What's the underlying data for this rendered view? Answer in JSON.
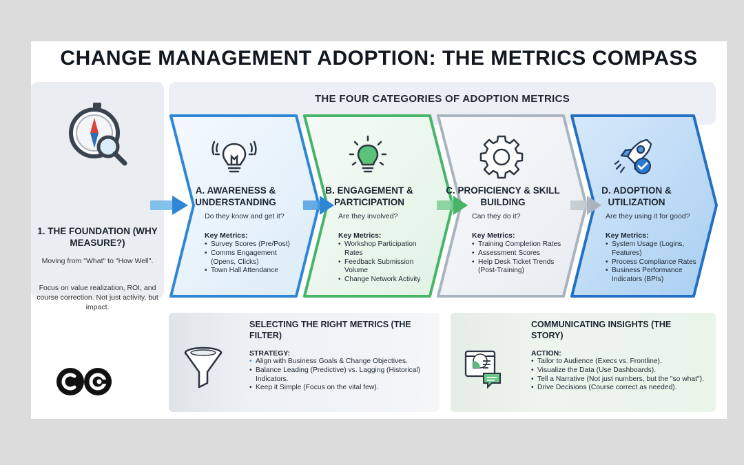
{
  "title": "CHANGE MANAGEMENT ADOPTION: THE METRICS COMPASS",
  "foundation": {
    "heading": "1. THE FOUNDATION (WHY MEASURE?)",
    "text1": "Moving from \"What\" to \"How Well\".",
    "text2": "Focus on value realization, ROI, and course correction. Not just activity, but impact.",
    "icon": "compass-magnifier-icon"
  },
  "categories_title": "THE FOUR CATEGORIES OF ADOPTION METRICS",
  "key_metrics_label": "Key Metrics:",
  "cards": [
    {
      "heading": "A. AWARENESS & UNDERSTANDING",
      "question": "Do they know and get it?",
      "metrics": [
        "Survey Scores (Pre/Post)",
        "Comms Engagement (Opens, Clicks)",
        "Town Hall Attendance"
      ],
      "icon": "lightbulb-icon",
      "color": "#2f86d4"
    },
    {
      "heading": "B. ENGAGEMENT & PARTICIPATION",
      "question": "Are they involved?",
      "metrics": [
        "Workshop Participation Rates",
        "Feedback Submission Volume",
        "Change Network Activity"
      ],
      "icon": "green-lightbulb-icon",
      "color": "#48b46a"
    },
    {
      "heading": "C. PROFICIENCY & SKILL BUILDING",
      "question": "Can they do it?",
      "metrics": [
        "Training Completion Rates",
        "Assessment Scores",
        "Help Desk Ticket Trends (Post-Training)"
      ],
      "icon": "gear-icon",
      "color": "#a9b4bf"
    },
    {
      "heading": "D. ADOPTION & UTILIZATION",
      "question": "Are they using it for good?",
      "metrics": [
        "System Usage (Logins, Features)",
        "Process Compliance Rates",
        "Business Performance Indicators (BPIs)"
      ],
      "icon": "rocket-icon",
      "color": "#2370c4"
    }
  ],
  "selecting": {
    "title": "SELECTING THE RIGHT METRICS (THE FILTER)",
    "label": "STRATEGY:",
    "items": [
      "Align with Business Goals & Change Objectives.",
      "Balance Leading (Predictive) vs. Lagging (Historical) Indicators.",
      "Keep it Simple (Focus on the vital few)."
    ],
    "icon": "funnel-icon"
  },
  "communicating": {
    "title": "COMMUNICATING INSIGHTS (THE STORY)",
    "label": "ACTION:",
    "items": [
      "Tailor to Audience (Execs vs. Frontline).",
      "Visualize the Data (Use Dashboards).",
      "Tell a Narrative (Not just numbers, but the \"so what\").",
      "Drive Decisions (Course correct as needed)."
    ],
    "icon": "dashboard-chat-icon"
  },
  "logo": "co-logo"
}
